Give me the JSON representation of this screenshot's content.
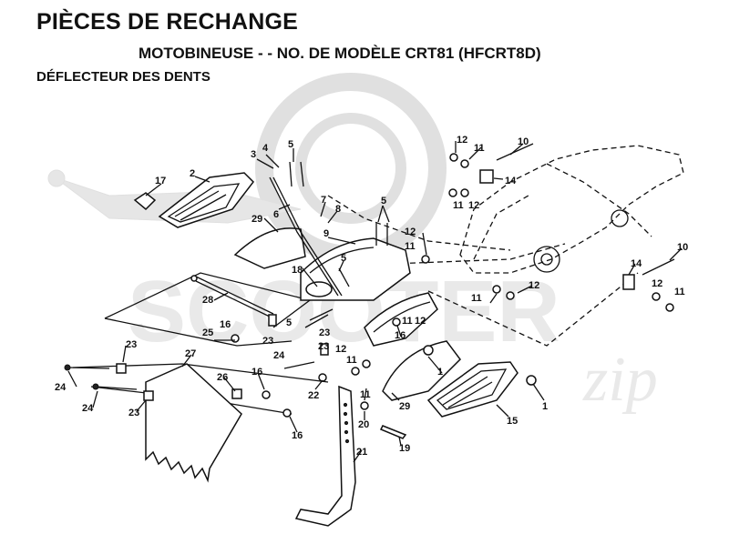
{
  "header": {
    "title": "PIÈCES DE RECHANGE",
    "subtitle": "MOTOBINEUSE - - NO.  DE MODÈLE CRT81 (HFCRT8D)",
    "section": "DÉFLECTEUR DES DENTS"
  },
  "watermark": {
    "text": "SCOOTER",
    "script": "zip",
    "color": "#e6e6e6"
  },
  "callouts": [
    {
      "id": "c-12a",
      "label": "12"
    },
    {
      "id": "c-11a",
      "label": "11"
    },
    {
      "id": "c-10a",
      "label": "10"
    },
    {
      "id": "c-14a",
      "label": "14"
    },
    {
      "id": "c-11b",
      "label": "11"
    },
    {
      "id": "c-12b",
      "label": "12"
    },
    {
      "id": "c-3",
      "label": "3"
    },
    {
      "id": "c-4",
      "label": "4"
    },
    {
      "id": "c-5a",
      "label": "5"
    },
    {
      "id": "c-2",
      "label": "2"
    },
    {
      "id": "c-17",
      "label": "17"
    },
    {
      "id": "c-6",
      "label": "6"
    },
    {
      "id": "c-7",
      "label": "7"
    },
    {
      "id": "c-8",
      "label": "8"
    },
    {
      "id": "c-5b",
      "label": "5"
    },
    {
      "id": "c-29a",
      "label": "29"
    },
    {
      "id": "c-9",
      "label": "9"
    },
    {
      "id": "c-12c",
      "label": "12"
    },
    {
      "id": "c-11c",
      "label": "11"
    },
    {
      "id": "c-18",
      "label": "18"
    },
    {
      "id": "c-5c",
      "label": "5"
    },
    {
      "id": "c-28",
      "label": "28"
    },
    {
      "id": "c-10b",
      "label": "10"
    },
    {
      "id": "c-14b",
      "label": "14"
    },
    {
      "id": "c-12d",
      "label": "12"
    },
    {
      "id": "c-11d",
      "label": "11"
    },
    {
      "id": "c-12e",
      "label": "12"
    },
    {
      "id": "c-11e",
      "label": "11"
    },
    {
      "id": "c-11f",
      "label": "11"
    },
    {
      "id": "c-12f",
      "label": "12"
    },
    {
      "id": "c-5d",
      "label": "5"
    },
    {
      "id": "c-16a",
      "label": "16"
    },
    {
      "id": "c-25",
      "label": "25"
    },
    {
      "id": "c-23a",
      "label": "23"
    },
    {
      "id": "c-23b",
      "label": "23"
    },
    {
      "id": "c-23c",
      "label": "23"
    },
    {
      "id": "c-16b",
      "label": "16"
    },
    {
      "id": "c-23d",
      "label": "23"
    },
    {
      "id": "c-24a",
      "label": "24"
    },
    {
      "id": "c-27",
      "label": "27"
    },
    {
      "id": "c-12g",
      "label": "12"
    },
    {
      "id": "c-11g",
      "label": "11"
    },
    {
      "id": "c-1a",
      "label": "1"
    },
    {
      "id": "c-24b",
      "label": "24"
    },
    {
      "id": "c-26",
      "label": "26"
    },
    {
      "id": "c-16c",
      "label": "16"
    },
    {
      "id": "c-24c",
      "label": "24"
    },
    {
      "id": "c-23e",
      "label": "23"
    },
    {
      "id": "c-22",
      "label": "22"
    },
    {
      "id": "c-11h",
      "label": "11"
    },
    {
      "id": "c-29b",
      "label": "29"
    },
    {
      "id": "c-20",
      "label": "20"
    },
    {
      "id": "c-1b",
      "label": "1"
    },
    {
      "id": "c-15",
      "label": "15"
    },
    {
      "id": "c-16d",
      "label": "16"
    },
    {
      "id": "c-19",
      "label": "19"
    },
    {
      "id": "c-21",
      "label": "21"
    }
  ]
}
